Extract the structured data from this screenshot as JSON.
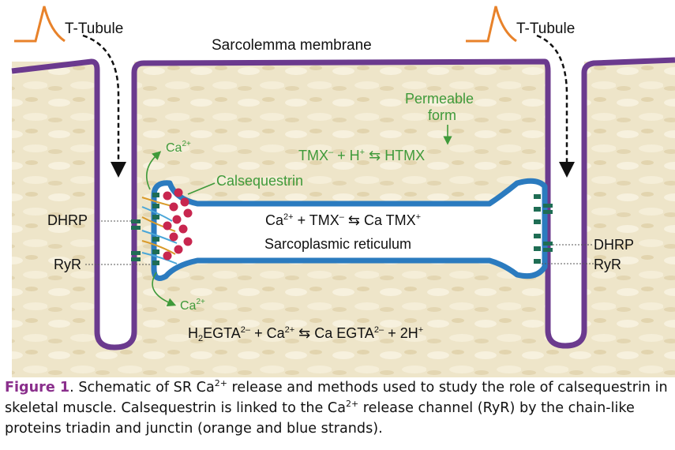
{
  "diagram": {
    "ttubule_left": "T-Tubule",
    "ttubule_right": "T-Tubule",
    "sarcolemma": "Sarcolemma membrane",
    "permeable_line1": "Permeable",
    "permeable_line2": "form",
    "tmx_left": "TMX",
    "tmx_left_sup": "–",
    "tmx_plus_h": "+ H",
    "tmx_h_sup": "+",
    "htmx": "HTMX",
    "ca_top": "Ca",
    "ca_top_sup": "2+",
    "calsequestrin": "Calsequestrin",
    "sr_ca": "Ca",
    "sr_ca_sup": "2+",
    "sr_plus_tmx": "+ TMX",
    "sr_tmx_sup": "–",
    "sr_catmx": "Ca TMX",
    "sr_catmx_sup": "+",
    "sr_name": "Sarcoplasmic reticulum",
    "dhrp_left": "DHRP",
    "ryr_left": "RyR",
    "dhrp_right": "DHRP",
    "ryr_right": "RyR",
    "ca_bottom": "Ca",
    "ca_bottom_sup": "2+",
    "egta_h": "H",
    "egta_sub": "2",
    "egta_name": "EGTA",
    "egta_sup": "2–",
    "egta_plus_ca": "+ Ca",
    "egta_ca_sup": "2+",
    "egta_product": "Ca EGTA",
    "egta_product_sup": "2–",
    "egta_plus_2h": "+ 2H",
    "egta_2h_sup": "+"
  },
  "caption": {
    "figure_label": "Figure 1",
    "part1": ". Schematic of SR Ca",
    "sup1": "2+",
    "part2": " release and methods used to study the role of calsequestrin in skeletal muscle.  Calsequestrin is linked to the Ca",
    "sup2": "2+",
    "part3": " release channel (RyR) by the chain-like proteins triadin and junctin (orange and blue strands)."
  },
  "colors": {
    "membrane": "#6b3a8e",
    "sr_membrane": "#2b7bbf",
    "calsequestrin": "#c8264f",
    "action_potential": "#e8822a",
    "cytoplasm": "#ede3c6",
    "figure_label": "#8a2f8c",
    "green_text": "#3f9a3a"
  }
}
